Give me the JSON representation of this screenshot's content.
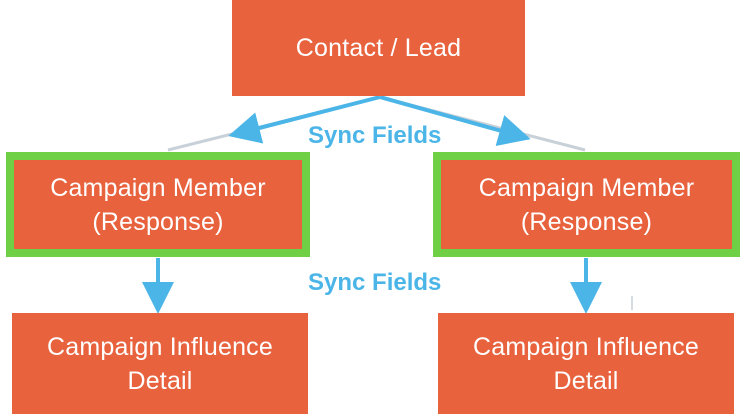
{
  "nodes": {
    "top": {
      "text": "Contact / Lead"
    },
    "left_member": {
      "text": "Campaign Member\n(Response)"
    },
    "right_member": {
      "text": "Campaign Member\n(Response)"
    },
    "left_detail": {
      "text": "Campaign Influence\nDetail"
    },
    "right_detail": {
      "text": "Campaign Influence\nDetail"
    }
  },
  "labels": {
    "upper": "Sync Fields",
    "lower": "Sync Fields"
  },
  "colors": {
    "box_fill": "#e8623e",
    "highlight_border": "#6fcf45",
    "arrow": "#4bb5e8",
    "faint_line": "#c8d0d8",
    "label_text": "#4bb5e8"
  }
}
